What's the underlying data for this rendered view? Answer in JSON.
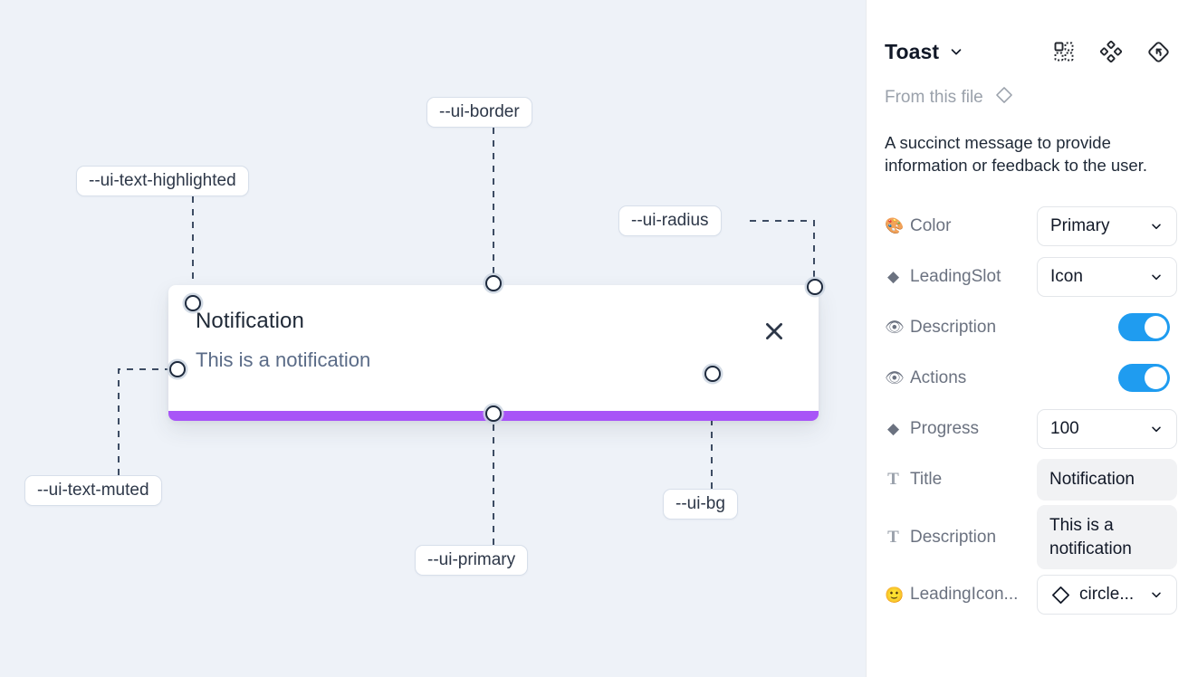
{
  "canvas": {
    "background_color": "#eef2f8",
    "toast": {
      "title": "Notification",
      "description": "This is a notification",
      "close_icon": "close-icon",
      "progress_color": "#a855f7",
      "background_color": "#ffffff"
    },
    "token_labels": [
      {
        "id": "ui-text-highlighted",
        "text": "--ui-text-highlighted"
      },
      {
        "id": "ui-border",
        "text": "--ui-border"
      },
      {
        "id": "ui-radius",
        "text": "--ui-radius"
      },
      {
        "id": "ui-text-muted",
        "text": "--ui-text-muted"
      },
      {
        "id": "ui-primary",
        "text": "--ui-primary"
      },
      {
        "id": "ui-bg",
        "text": "--ui-bg"
      }
    ]
  },
  "panel": {
    "title": "Toast",
    "title_caret_icon": "chevron-down-icon",
    "header_icons": [
      {
        "name": "variants-icon"
      },
      {
        "name": "component-icon"
      },
      {
        "name": "reset-instance-icon"
      }
    ],
    "from_file_label": "From this file",
    "from_file_icon": "diamond-icon",
    "component_description": "A succinct message to provide information or feedback to the user.",
    "accent_color": "#1f9cf0",
    "properties": [
      {
        "icon": "palette-icon",
        "icon_glyph": "🎨",
        "label": "Color",
        "control": "select",
        "value": "Primary"
      },
      {
        "icon": "diamond-icon",
        "icon_glyph": "◆",
        "label": "LeadingSlot",
        "control": "select",
        "value": "Icon"
      },
      {
        "icon": "eye-icon",
        "icon_glyph": "👁",
        "label": "Description",
        "control": "toggle",
        "value": "on"
      },
      {
        "icon": "eye-icon",
        "icon_glyph": "👁",
        "label": "Actions",
        "control": "toggle",
        "value": "on"
      },
      {
        "icon": "diamond-icon",
        "icon_glyph": "◆",
        "label": "Progress",
        "control": "select",
        "value": "100"
      },
      {
        "icon": "text-icon",
        "icon_glyph": "T",
        "label": "Title",
        "control": "text",
        "value": "Notification"
      },
      {
        "icon": "text-icon",
        "icon_glyph": "T",
        "label": "Description",
        "control": "text",
        "value": "This is a notification"
      },
      {
        "icon": "emoji-icon",
        "icon_glyph": "🙂",
        "label": "LeadingIcon...",
        "control": "icon-select",
        "value": "circle..."
      }
    ]
  }
}
